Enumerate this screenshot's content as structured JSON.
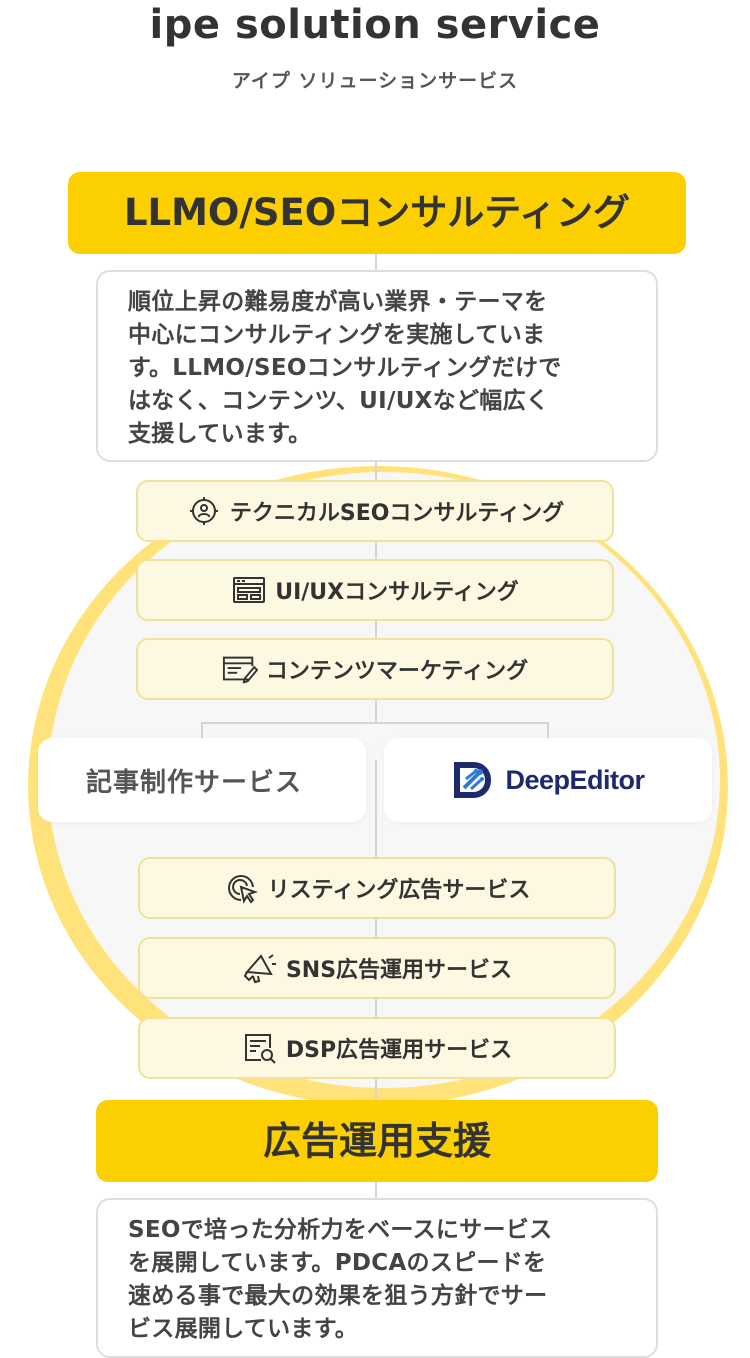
{
  "header": {
    "title": "ipe solution service",
    "subtitle": "アイプ ソリューションサービス"
  },
  "consulting": {
    "heading": "LLMO/SEOコンサルティング",
    "description_lines": [
      "順位上昇の難易度が高い業界・テーマを",
      "中心にコンサルティングを実施していま",
      "す。LLMO/SEOコンサルティングだけで",
      "はなく、コンテンツ、UI/UXなど幅広く",
      "支援しています。"
    ],
    "services": [
      {
        "label": "テクニカルSEOコンサルティング",
        "icon": "target-person-icon"
      },
      {
        "label": "UI/UXコンサルティング",
        "icon": "layout-window-icon"
      },
      {
        "label": "コンテンツマーケティング",
        "icon": "edit-document-icon"
      }
    ]
  },
  "cards": {
    "article_service": "記事制作サービス",
    "deepeditor_logo_text": "DeepEditor"
  },
  "advertising": {
    "services": [
      {
        "label": "リスティング広告サービス",
        "icon": "cursor-click-icon"
      },
      {
        "label": "SNS広告運用サービス",
        "icon": "megaphone-icon"
      },
      {
        "label": "DSP広告運用サービス",
        "icon": "search-report-icon"
      }
    ],
    "heading": "広告運用支援",
    "description_lines": [
      "SEOで培った分析力をベースにサービス",
      "を展開しています。PDCAのスピードを",
      "速める事で最大の効果を狙う方針でサー",
      "ビス展開しています。"
    ]
  },
  "colors": {
    "accent_yellow": "#fccf00",
    "pill_bg": "#fdf8e1",
    "logo_navy": "#1e2a6e",
    "logo_blue": "#2a7bd8"
  }
}
